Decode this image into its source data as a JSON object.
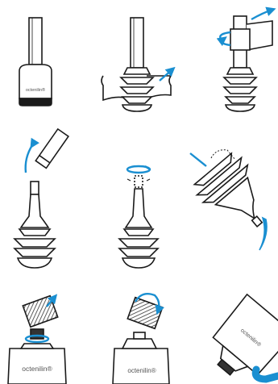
{
  "brand": {
    "label_step1": "octenilin®",
    "label_step7": "octenilin®",
    "label_step8": "octenilin®",
    "label_step9": "octenilin®"
  },
  "colors": {
    "stroke": "#1a1a1a",
    "accent": "#1a8fd1",
    "hatch": "#333333"
  },
  "steps": [
    {
      "id": 1,
      "icon": "bottle-cap-intact-icon"
    },
    {
      "id": 2,
      "icon": "remove-seal-icon"
    },
    {
      "id": 3,
      "icon": "tear-off-tab-icon"
    },
    {
      "id": 4,
      "icon": "remove-cap-icon"
    },
    {
      "id": 5,
      "icon": "twist-tip-icon"
    },
    {
      "id": 6,
      "icon": "squeeze-bottle-icon"
    },
    {
      "id": 7,
      "icon": "unscrew-tube-cap-icon"
    },
    {
      "id": 8,
      "icon": "pierce-tube-icon"
    },
    {
      "id": 9,
      "icon": "squeeze-tube-icon"
    }
  ]
}
